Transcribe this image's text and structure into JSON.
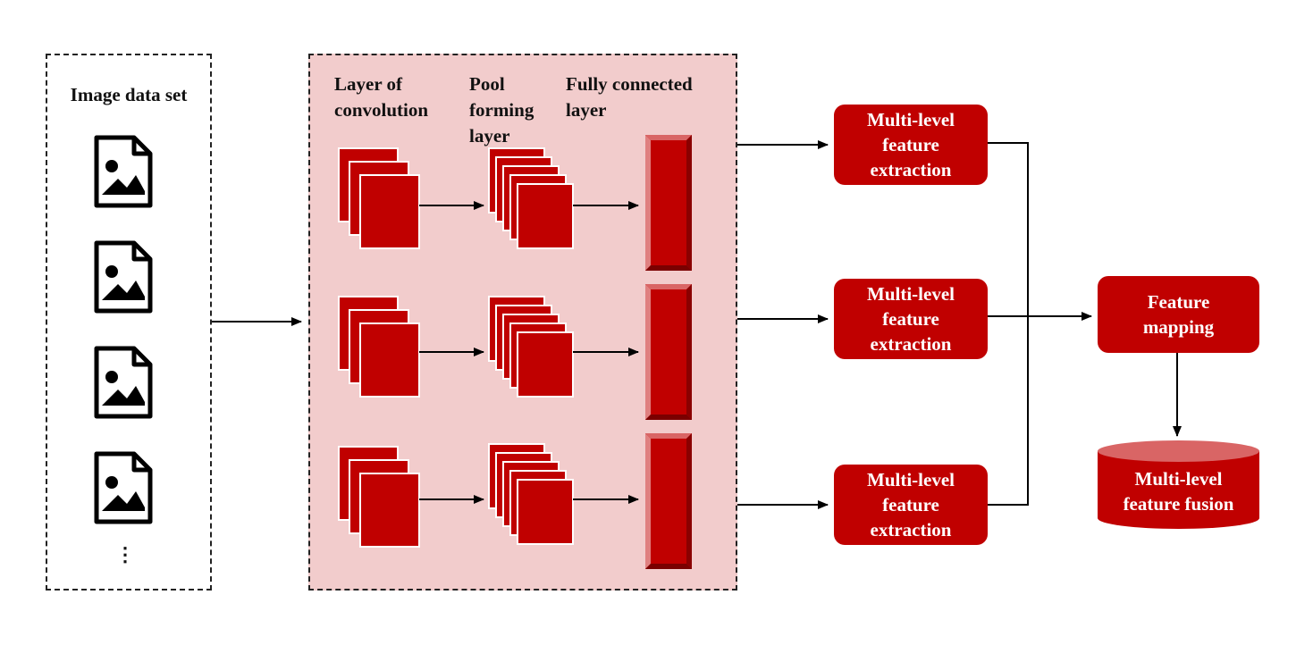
{
  "colors": {
    "accent": "#c00000",
    "panel_fill": "#f2cccc",
    "line": "#000000"
  },
  "input_panel": {
    "title": "Image data set",
    "icons": [
      "image-file-icon",
      "image-file-icon",
      "image-file-icon",
      "image-file-icon"
    ],
    "ellipsis": "⋮"
  },
  "cnn_panel": {
    "labels": {
      "conv": "Layer of\nconvolution",
      "pool": "Pool\nforming\n layer",
      "fc": "Fully connected\nlayer"
    },
    "rows": 3
  },
  "extraction_boxes": [
    {
      "label": "Multi-level\nfeature\nextraction"
    },
    {
      "label": "Multi-level\nfeature\nextraction"
    },
    {
      "label": "Multi-level\nfeature\nextraction"
    }
  ],
  "mapping_box": {
    "label": "Feature\nmapping"
  },
  "fusion_cylinder": {
    "label": "Multi-level\nfeature fusion"
  }
}
